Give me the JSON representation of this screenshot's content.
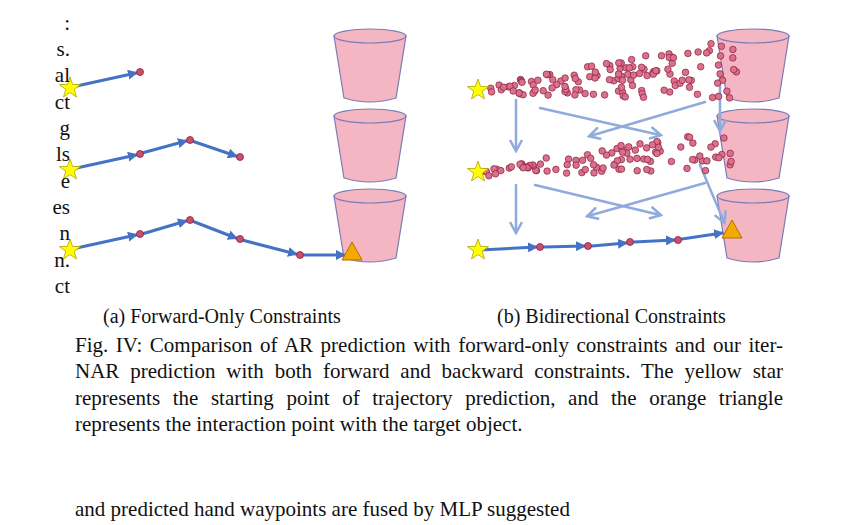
{
  "diagram": {
    "caption": "Fig. IV: Comparison of AR prediction with forward-only constraints and our iter-NAR prediction with both forward and backward constraints. The yellow star represents the starting point of trajectory prediction, and the orange triangle represents the interaction point with the target object.",
    "labels": [
      ":",
      "s.",
      "al",
      "ct",
      "g",
      "ls",
      "e",
      "es",
      "n",
      "n.",
      "ct",
      "(a) Forward-Only Constraints",
      "(b) Bidirectional Constraints",
      "and predicted hand waypoints are fused by MLP suggested"
    ]
  }
}
